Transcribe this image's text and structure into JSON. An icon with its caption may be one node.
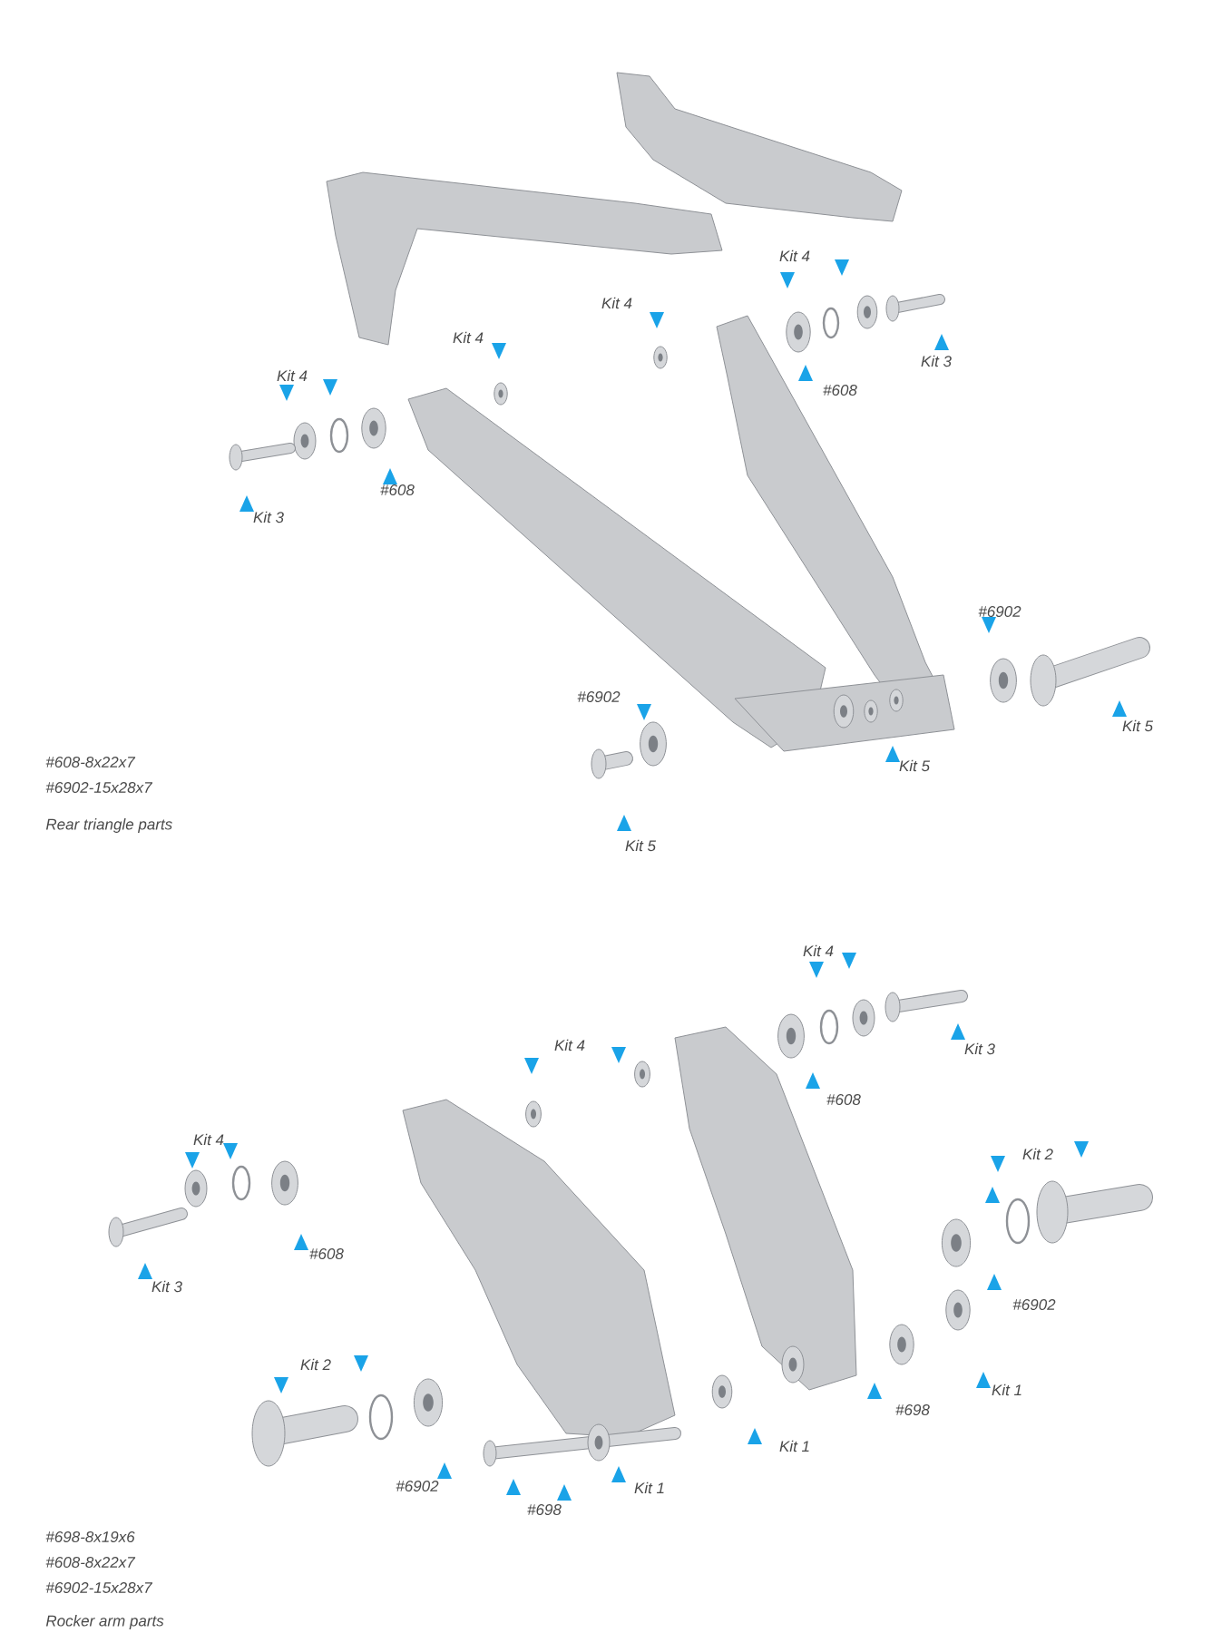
{
  "diagram": {
    "labels": [
      "Kit 4",
      "Kit 4",
      "Kit 4",
      "Kit 4",
      "#608",
      "Kit 3",
      "#608",
      "Kit 3",
      "#6902",
      "#6902",
      "Kit 5",
      "Kit 5",
      "#608-8x22x7",
      "#6902-15x28x7",
      "Kit 5",
      "Rear triangle parts",
      "Kit 4",
      "Kit 4",
      "Kit 3",
      "#608",
      "Kit 4",
      "Kit 2",
      "#608",
      "Kit 3",
      "#6902",
      "Kit 2",
      "Kit 1",
      "#698",
      "Kit 1",
      "#6902",
      "#698",
      "Kit 1",
      "#698-8x19x6",
      "#608-8x22x7",
      "#6902-15x28x7",
      "Rocker arm parts"
    ]
  }
}
